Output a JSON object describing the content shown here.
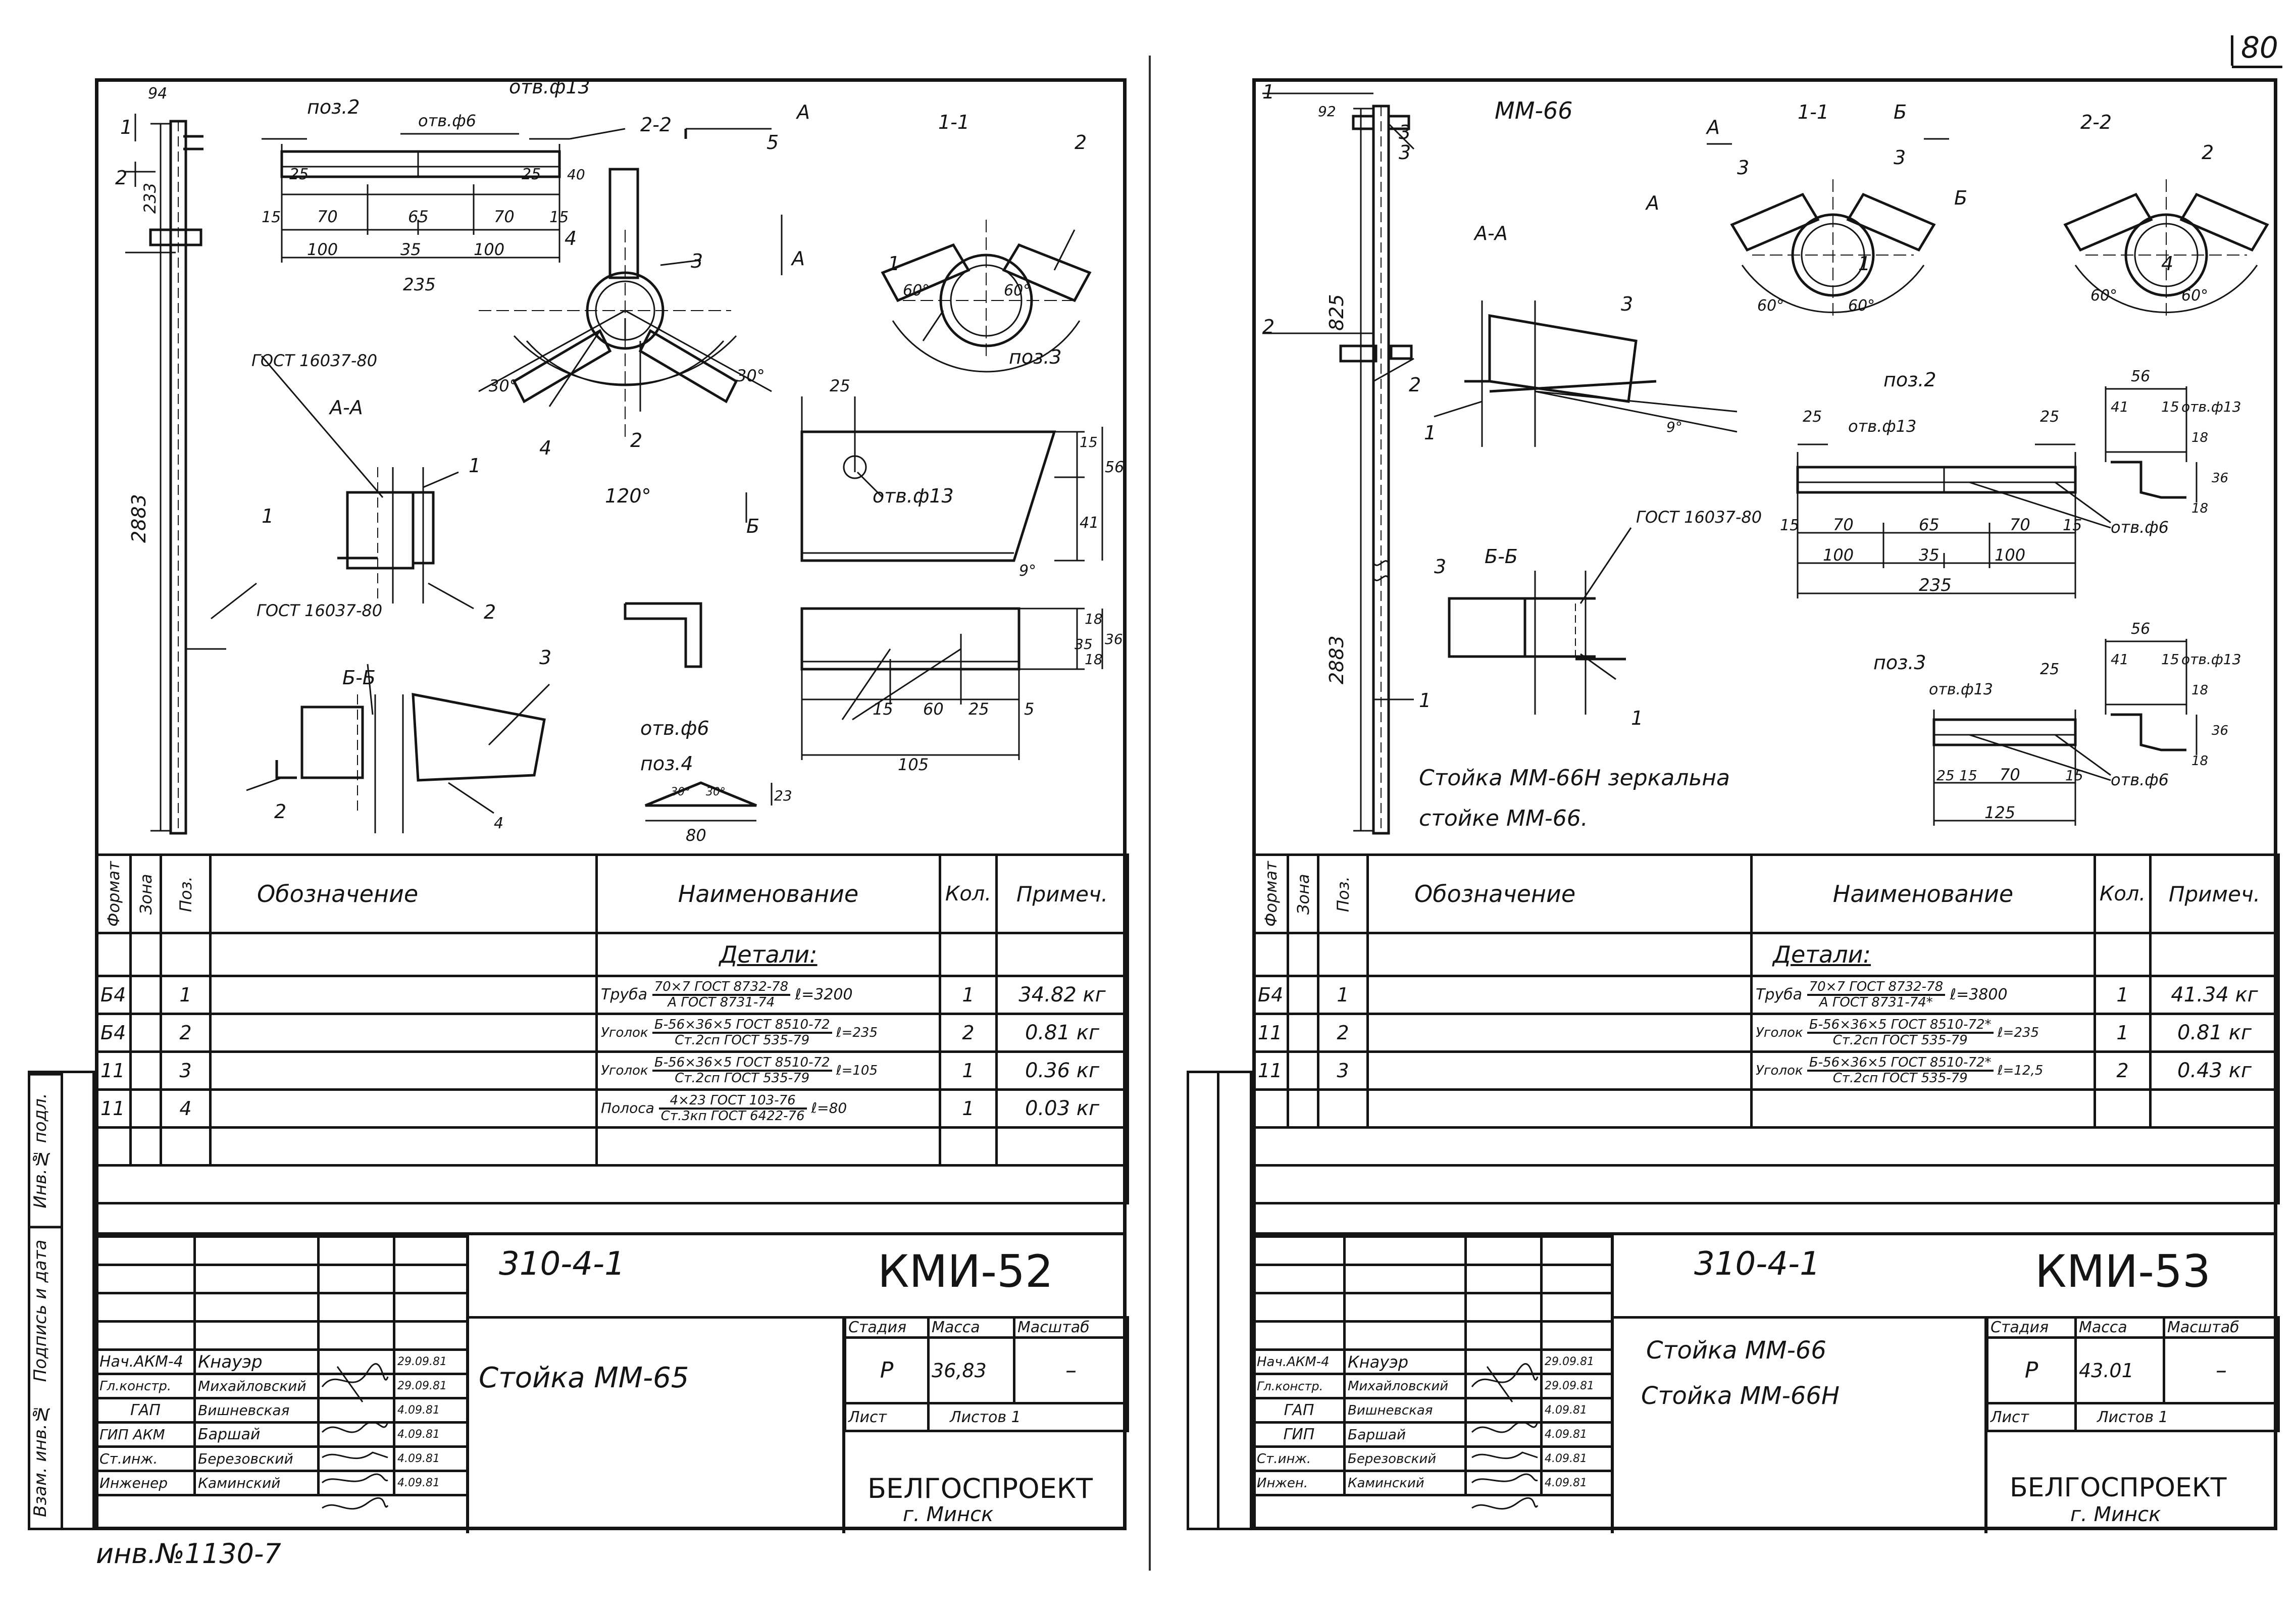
{
  "page_number": "80",
  "inventory_note": "инв.№1130-7",
  "side_labels": [
    "Инв.№ подл.",
    "Подпись и дата",
    "Взам. инв.№"
  ],
  "left": {
    "drawing": {
      "view_titles": {
        "top": "поз.2",
        "s22": "2-2",
        "s11": "1-1",
        "aa": "А-А",
        "bb": "Б-Б",
        "p3": "поз.3",
        "p4": "поз.4"
      },
      "labels": {
        "hole13": "отв.ф13",
        "hole6": "отв.ф6",
        "hole6b": "отв.ф6",
        "gost1": "ГОСТ 16037-80",
        "gost2": "ГОСТ 16037-80",
        "cutA": "А",
        "cutB": "Б",
        "num5": "5",
        "d2883": "2883",
        "d233": "233",
        "d94": "94"
      },
      "dims": {
        "d25a": "25",
        "d25b": "25",
        "d70a": "70",
        "d65": "65",
        "d70b": "70",
        "d15a": "15",
        "d15b": "15",
        "d100a": "100",
        "d35": "35",
        "d100b": "100",
        "d235": "235",
        "d40": "40",
        "d30a": "30°",
        "d30b": "30°",
        "d120": "120°",
        "d60a": "60°",
        "d60b": "60°",
        "p3_25": "25",
        "p3_15": "15",
        "p3_41": "41",
        "p3_56": "56",
        "p3_9": "9°",
        "p3_35": "35",
        "p3_18a": "18",
        "p3_18b": "18",
        "p3_36": "36",
        "p3_60": "60",
        "p3_25b": "25",
        "p3_5": "5",
        "p3_15b": "15",
        "p3_105": "105",
        "p4_30a": "30°",
        "p4_30b": "30°",
        "p4_23": "23",
        "p4_80": "80"
      },
      "balloons": {
        "b1": "1",
        "b2": "2",
        "b3": "3",
        "b4": "4",
        "b5": "1",
        "b6": "2",
        "b7": "3",
        "b8": "4",
        "b9": "1",
        "b10": "2",
        "b11": "3",
        "b12": "1",
        "b13": "2",
        "b14": "3",
        "b15": "1",
        "b16": "2",
        "b17": "4",
        "b18": "1",
        "b19": "2"
      }
    },
    "spec": {
      "headers": {
        "format": "Формат",
        "zone": "Зона",
        "pos": "Поз.",
        "designation": "Обозначение",
        "name": "Наименование",
        "qty": "Кол.",
        "note": "Примеч."
      },
      "section": "Детали:",
      "rows": [
        {
          "format": "Б4",
          "pos": "1",
          "item": "Труба",
          "num": "70×7 ГОСТ 8732-78",
          "den": "А ГОСТ 8731-74",
          "len": "ℓ=3200",
          "qty": "1",
          "note": "34.82 кг"
        },
        {
          "format": "Б4",
          "pos": "2",
          "item": "Уголок",
          "num": "Б-56×36×5 ГОСТ 8510-72",
          "den": "Ст.2сп ГОСТ 535-79",
          "len": "ℓ=235",
          "qty": "2",
          "note": "0.81 кг"
        },
        {
          "format": "11",
          "pos": "3",
          "item": "Уголок",
          "num": "Б-56×36×5 ГОСТ 8510-72",
          "den": "Ст.2сп ГОСТ 535-79",
          "len": "ℓ=105",
          "qty": "1",
          "note": "0.36 кг"
        },
        {
          "format": "11",
          "pos": "4",
          "item": "Полоса",
          "num": "4×23 ГОСТ 103-76",
          "den": "Ст.3кп ГОСТ 6422-76",
          "len": "ℓ=80",
          "qty": "1",
          "note": "0.03 кг"
        }
      ]
    },
    "title_block": {
      "doc_number": "310-4-1",
      "code": "КМИ-52",
      "title_lines": [
        "Стойка ММ-65"
      ],
      "stage_label": "Стадия",
      "mass_label": "Масса",
      "scale_label": "Масштаб",
      "stage": "Р",
      "mass": "36,83",
      "scale": "–",
      "sheet_label": "Лист",
      "sheets_label": "Листов 1",
      "org": "БЕЛГОСПРОЕКТ",
      "city": "г. Минск",
      "people": [
        {
          "role": "Нач.АКМ-4",
          "name": "Кнауэр",
          "date": "29.09.81"
        },
        {
          "role": "Гл.констр.",
          "name": "Михайловский",
          "date": "29.09.81"
        },
        {
          "role": "ГАП",
          "name": "Вишневская",
          "date": "4.09.81"
        },
        {
          "role": "ГИП АКМ",
          "name": "Баршай",
          "date": "4.09.81"
        },
        {
          "role": "Ст.инж.",
          "name": "Березовский",
          "date": "4.09.81"
        },
        {
          "role": "Инженер",
          "name": "Каминский",
          "date": "4.09.81"
        }
      ]
    }
  },
  "right": {
    "drawing": {
      "view_titles": {
        "mark": "ММ-66",
        "s11": "1-1",
        "s22": "2-2",
        "aa": "А-А",
        "bb": "Б-Б",
        "p2": "поз.2",
        "p3": "поз.3"
      },
      "labels": {
        "gost": "ГОСТ 16037-80",
        "h13a": "отв.ф13",
        "h13b": "отв.ф13",
        "h13c": "отв.ф13",
        "h13d": "отв.ф13",
        "h6a": "отв.ф6",
        "h6b": "отв.ф6",
        "cutA": "А",
        "cutA2": "А",
        "cutB": "Б",
        "cutB2": "Б",
        "d2883": "2883",
        "d825": "825",
        "d92": "92"
      },
      "dims": {
        "r60a": "60°",
        "r60b": "60°",
        "r60c": "60°",
        "r60d": "60°",
        "r9": "9°",
        "p2_25a": "25",
        "p2_25b": "25",
        "p2_15a": "15",
        "p2_70a": "70",
        "p2_65": "65",
        "p2_70b": "70",
        "p2_15b": "15",
        "p2_100a": "100",
        "p2_35": "35",
        "p2_100b": "100",
        "p2_235": "235",
        "s56a": "56",
        "s41a": "41",
        "s15a": "15",
        "s18a": "18",
        "s36a": "36",
        "s18b": "18",
        "p3_25": "25",
        "p3_25b": "25",
        "p3_15": "15",
        "p3_70": "70",
        "p3_15b": "15",
        "p3_125": "125",
        "s56b": "56",
        "s41b": "41",
        "s15b": "15",
        "s18c": "18",
        "s36b": "36",
        "s18d": "18"
      },
      "balloons": {
        "r1": "1",
        "r2": "2",
        "r3": "3",
        "r4": "3",
        "r5": "2",
        "r6": "3",
        "r7": "1",
        "r8": "3",
        "r9": "1",
        "r10": "3",
        "r11": "1",
        "r12": "2",
        "r13": "4",
        "r14": "3",
        "r15": "1",
        "r16": "1"
      },
      "note": [
        "Стойка ММ-66Н зеркальна",
        "стойке ММ-66."
      ]
    },
    "spec": {
      "headers": {
        "format": "Формат",
        "zone": "Зона",
        "pos": "Поз.",
        "designation": "Обозначение",
        "name": "Наименование",
        "qty": "Кол.",
        "note": "Примеч."
      },
      "section": "Детали:",
      "rows": [
        {
          "format": "Б4",
          "pos": "1",
          "item": "Труба",
          "num": "70×7 ГОСТ 8732-78",
          "den": "А ГОСТ 8731-74*",
          "len": "ℓ=3800",
          "qty": "1",
          "note": "41.34 кг"
        },
        {
          "format": "11",
          "pos": "2",
          "item": "Уголок",
          "num": "Б-56×36×5 ГОСТ 8510-72*",
          "den": "Ст.2сп ГОСТ 535-79",
          "len": "ℓ=235",
          "qty": "1",
          "note": "0.81 кг"
        },
        {
          "format": "11",
          "pos": "3",
          "item": "Уголок",
          "num": "Б-56×36×5 ГОСТ 8510-72*",
          "den": "Ст.2сп ГОСТ 535-79",
          "len": "ℓ=12,5",
          "qty": "2",
          "note": "0.43 кг"
        }
      ]
    },
    "title_block": {
      "doc_number": "310-4-1",
      "code": "КМИ-53",
      "title_lines": [
        "Стойка ММ-66",
        "Стойка ММ-66Н"
      ],
      "stage_label": "Стадия",
      "mass_label": "Масса",
      "scale_label": "Масштаб",
      "stage": "Р",
      "mass": "43.01",
      "scale": "–",
      "sheet_label": "Лист",
      "sheets_label": "Листов 1",
      "org": "БЕЛГОСПРОЕКТ",
      "city": "г. Минск",
      "people": [
        {
          "role": "Нач.АКМ-4",
          "name": "Кнауэр",
          "date": "29.09.81"
        },
        {
          "role": "Гл.констр.",
          "name": "Михайловский",
          "date": "29.09.81"
        },
        {
          "role": "ГАП",
          "name": "Вишневская",
          "date": "4.09.81"
        },
        {
          "role": "ГИП",
          "name": "Баршай",
          "date": "4.09.81"
        },
        {
          "role": "Ст.инж.",
          "name": "Березовский",
          "date": "4.09.81"
        },
        {
          "role": "Инжен.",
          "name": "Каминский",
          "date": "4.09.81"
        }
      ]
    }
  }
}
